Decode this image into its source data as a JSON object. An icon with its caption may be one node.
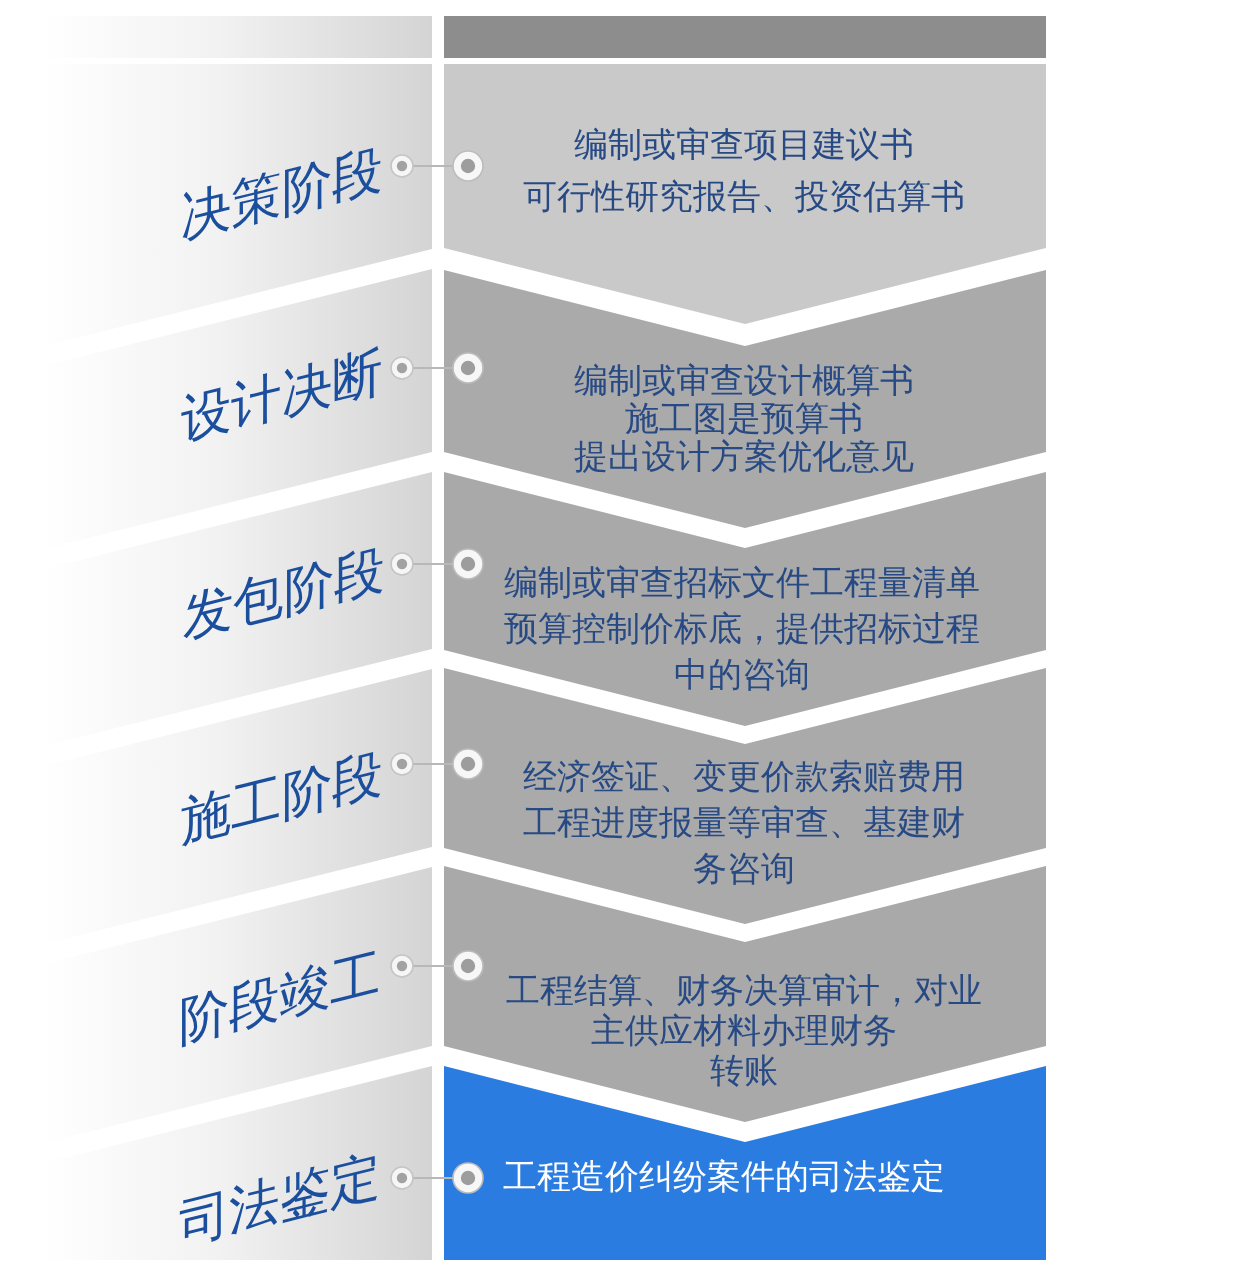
{
  "diagram": {
    "nodes": [
      {
        "text": [
          "决策阶段"
        ]
      },
      {
        "text": [
          "编制或审查项目建议书",
          "可行性研究报告、投资估算书"
        ]
      },
      {
        "text": [
          "设计决断"
        ]
      },
      {
        "text": [
          "编制或审查设计概算书",
          "施工图是预算书",
          "提出设计方案优化意见"
        ]
      },
      {
        "text": [
          "发包阶段"
        ]
      },
      {
        "text": [
          "编制或审查招标文件工程量清单",
          "预算控制价标底，提供招标过程中的咨询"
        ]
      },
      {
        "text": [
          "施工阶段"
        ]
      },
      {
        "text": [
          "经济签证、变更价款索赔费用",
          "工程进度报量等审查、基建财务咨询"
        ]
      },
      {
        "text": [
          "阶段竣工"
        ]
      },
      {
        "text": [
          "工程结算、财务决算审计，对业主供应材料办理财务",
          "转账"
        ]
      },
      {
        "text": [
          "司法鉴定"
        ]
      },
      {
        "text": [
          "工程造价纠纷案件的司法鉴定"
        ]
      }
    ],
    "edges": [
      {
        "from": 0,
        "to": 1,
        "arrow": "other"
      },
      {
        "from": 2,
        "to": 3,
        "arrow": "other"
      },
      {
        "from": 4,
        "to": 5,
        "arrow": "other"
      },
      {
        "from": 6,
        "to": 7,
        "arrow": "other"
      },
      {
        "from": 8,
        "to": 9,
        "arrow": "other"
      },
      {
        "from": 10,
        "to": 11,
        "arrow": "other"
      }
    ]
  }
}
